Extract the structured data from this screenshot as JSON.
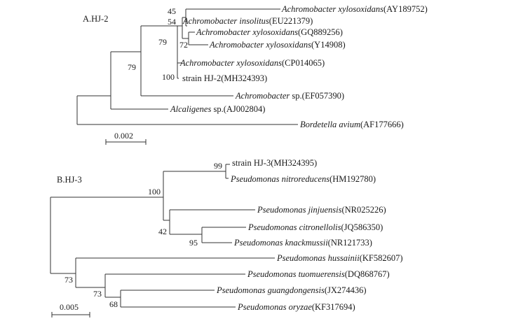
{
  "panels": [
    {
      "title": "A.HJ-2",
      "scale_label": "0.002",
      "taxa": [
        {
          "species": "Achromobacter xylosoxidans",
          "accession": "(AY189752)"
        },
        {
          "species": "Achromobacter insolitus",
          "accession": "(EU221379)"
        },
        {
          "species": "Achromobacter xylosoxidans",
          "accession": "(GQ889256)"
        },
        {
          "species": "Achromobacter xylosoxidans",
          "accession": "(Y14908)"
        },
        {
          "species": "Achromobacter xylosoxidans",
          "accession": "(CP014065)"
        },
        {
          "species": "strain HJ-2",
          "accession": "(MH324393)",
          "plain": true
        },
        {
          "species": "Achromobacter",
          "suffix": " sp.",
          "accession": "(EF057390)"
        },
        {
          "species": "Alcaligenes",
          "suffix": " sp.",
          "accession": "(AJ002804)"
        },
        {
          "species": "Bordetella avium",
          "accession": "(AF177666)"
        }
      ],
      "bootstrap": [
        "45",
        "54",
        "72",
        "79",
        "100",
        "79"
      ]
    },
    {
      "title": "B.HJ-3",
      "scale_label": "0.005",
      "taxa": [
        {
          "species": "strain HJ-3",
          "accession": "(MH324395)",
          "plain": true
        },
        {
          "species": "Pseudomonas nitroreducens",
          "accession": "(HM192780)"
        },
        {
          "species": "Pseudomonas jinjuensis",
          "accession": "(NR025226)"
        },
        {
          "species": "Pseudomonas citronellolis",
          "accession": "(JQ586350)"
        },
        {
          "species": "Pseudomonas knackmussii",
          "accession": "(NR121733)"
        },
        {
          "species": "Pseudomonas hussainii",
          "accession": "(KF582607)"
        },
        {
          "species": "Pseudomonas tuomuerensis",
          "accession": "(DQ868767)"
        },
        {
          "species": "Pseudomonas guangdongensis",
          "accession": "(JX274436)"
        },
        {
          "species": "Pseudomonas oryzae",
          "accession": "(KF317694)"
        }
      ],
      "bootstrap": [
        "99",
        "100",
        "42",
        "95",
        "73",
        "73",
        "68"
      ]
    }
  ]
}
